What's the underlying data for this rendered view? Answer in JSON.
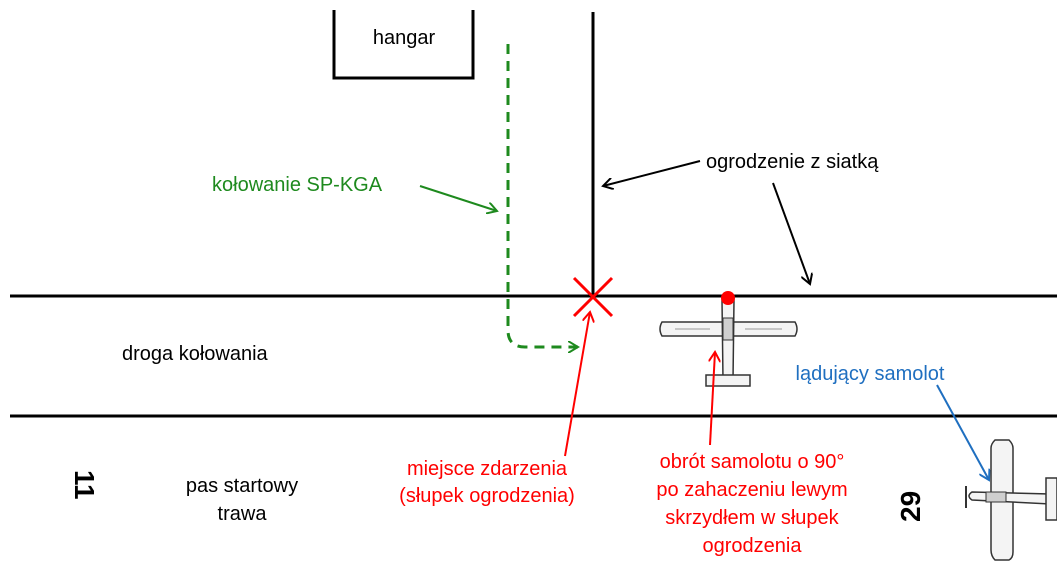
{
  "labels": {
    "hangar": "hangar",
    "taxi_path": "kołowanie SP-KGA",
    "fence": "ogrodzenie z siatką",
    "taxiway": "droga kołowania",
    "runway_line1": "pas startowy",
    "runway_line2": "trawa",
    "landing_aircraft": "lądujący samolot",
    "accident_site_line1": "miejsce zdarzenia",
    "accident_site_line2": "(słupek ogrodzenia)",
    "rotation_line1": "obrót samolotu o 90°",
    "rotation_line2": "po zahaczeniu lewym",
    "rotation_line3": "skrzydłem w słupek",
    "rotation_line4": "ogrodzenia",
    "rwy_left": "11",
    "rwy_right": "29"
  },
  "colors": {
    "line": "#000000",
    "taxi_path": "#1e8a1e",
    "accident": "#ff0000",
    "landing": "#1f6fc0"
  }
}
